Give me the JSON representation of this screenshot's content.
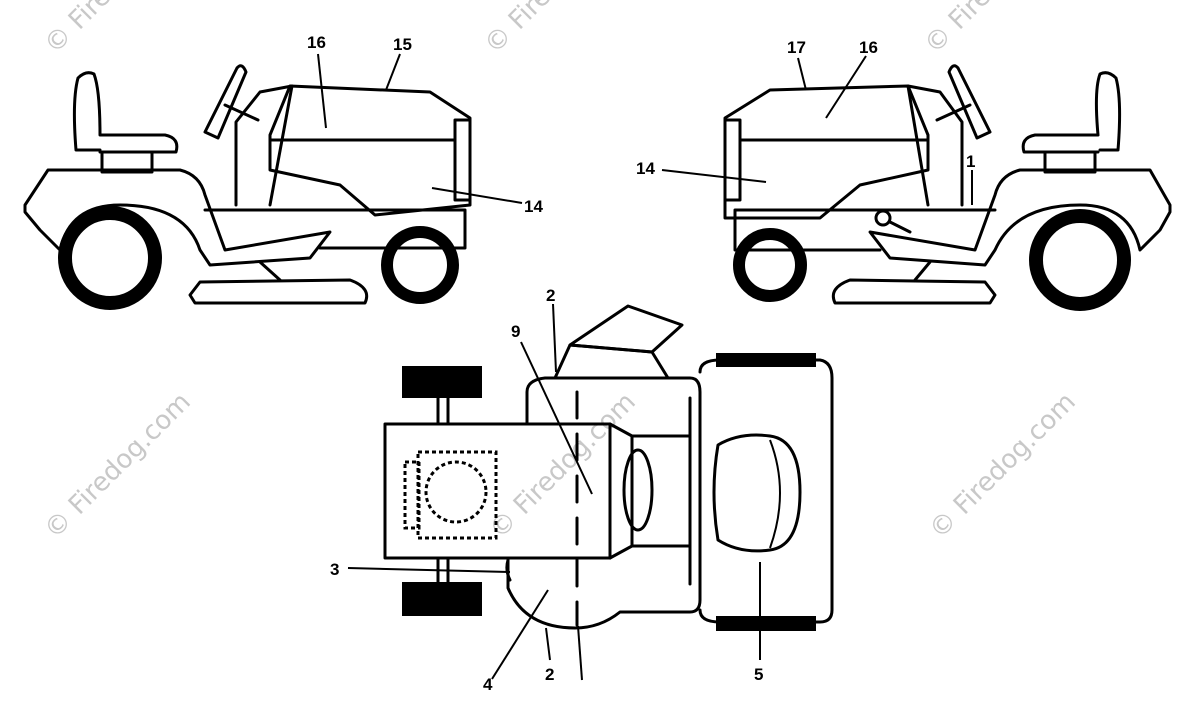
{
  "watermark": "© Firedog.com",
  "callouts": {
    "left_tractor": [
      "16",
      "15",
      "14"
    ],
    "right_tractor": [
      "17",
      "16",
      "14",
      "1"
    ],
    "top_view": [
      "2",
      "9",
      "3",
      "4",
      "2",
      "5"
    ]
  }
}
